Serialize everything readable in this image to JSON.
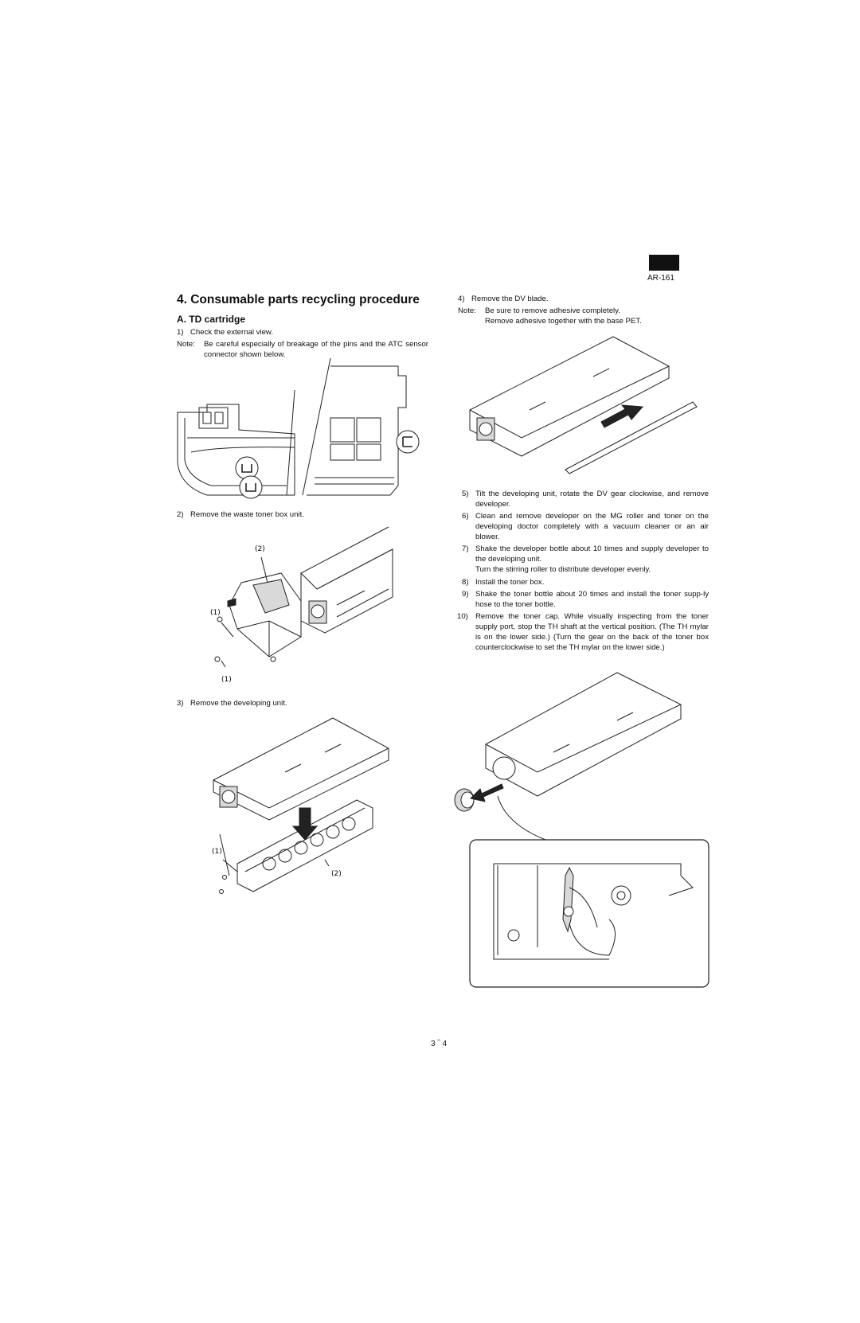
{
  "header": {
    "model": "AR-161"
  },
  "section": {
    "title": "4.  Consumable parts recycling procedure",
    "subtitle": "A.  TD cartridge"
  },
  "steps": {
    "s1": {
      "num": "1)",
      "text": "Check the external view."
    },
    "note1": {
      "label": "Note:",
      "text": "Be careful especially of breakage of the pins and the ATC sensor connector shown below."
    },
    "s2": {
      "num": "2)",
      "text": "Remove the waste toner box unit."
    },
    "s3": {
      "num": "3)",
      "text": "Remove the developing unit."
    },
    "s4": {
      "num": "4)",
      "text": "Remove the DV blade."
    },
    "note4": {
      "label": "Note:",
      "line1": "Be sure to remove adhesive completely.",
      "line2": "Remove adhesive together with the base PET."
    },
    "s5": {
      "num": "5)",
      "text": "Tilt the developing unit, rotate the DV gear clockwise, and remove developer."
    },
    "s6": {
      "num": "6)",
      "text": "Clean and remove developer on the MG roller and toner on the developing doctor completely with a vacuum cleaner or an air blower."
    },
    "s7": {
      "num": "7)",
      "line1": "Shake the developer bottle about 10 times and supply developer to the developing unit.",
      "line2": "Turn the stirring roller to distribute developer evenly."
    },
    "s8": {
      "num": "8)",
      "text": "Install the toner box."
    },
    "s9": {
      "num": "9)",
      "text": "Shake the toner bottle about 20 times and install the toner supp-ly hose to the toner bottle."
    },
    "s10": {
      "num": "10)",
      "text": "Remove the toner cap. While visually inspecting from the toner supply port, stop the TH shaft at the vertical position. (The TH mylar is on the lower side.) (Turn the gear on the back of the toner box counterclockwise to set the TH mylar on the lower side.)"
    }
  },
  "figures": {
    "waste_box": {
      "c1a": "(1)",
      "c1b": "(1)",
      "c2": "(2)"
    },
    "dev_unit": {
      "c1": "(1)",
      "c2": "(2)"
    }
  },
  "footer": {
    "page": "3 ‾ 4"
  }
}
